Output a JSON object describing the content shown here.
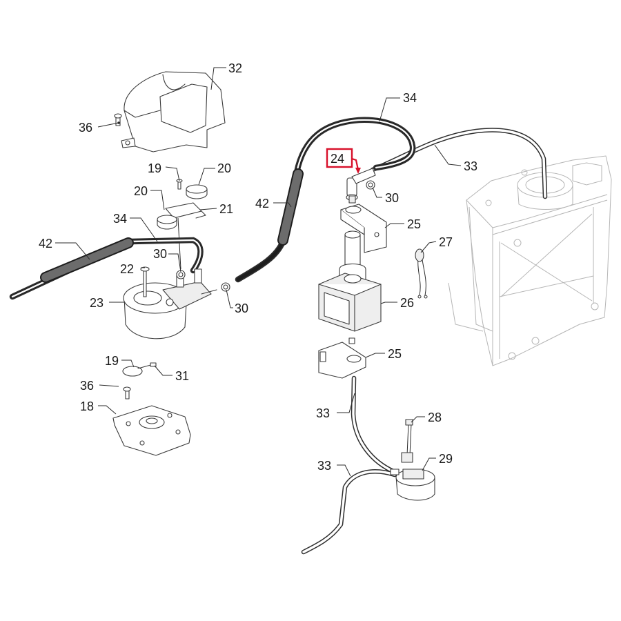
{
  "callouts": {
    "c32": "32",
    "c36a": "36",
    "c19a": "19",
    "c20a": "20",
    "c20b": "20",
    "c21": "21",
    "c34a": "34",
    "c42a": "42",
    "c30a": "30",
    "c22": "22",
    "c23": "23",
    "c30b": "30",
    "c42b": "42",
    "c34b": "34",
    "c24": "24",
    "c33a": "33",
    "c30c": "30",
    "c25a": "25",
    "c27": "27",
    "c26": "26",
    "c25b": "25",
    "c19b": "19",
    "c31": "31",
    "c36b": "36",
    "c18": "18",
    "c33b": "33",
    "c28": "28",
    "c33c": "33",
    "c29": "29"
  },
  "highlight": {
    "part_number": "24",
    "color": "#d8102a"
  }
}
